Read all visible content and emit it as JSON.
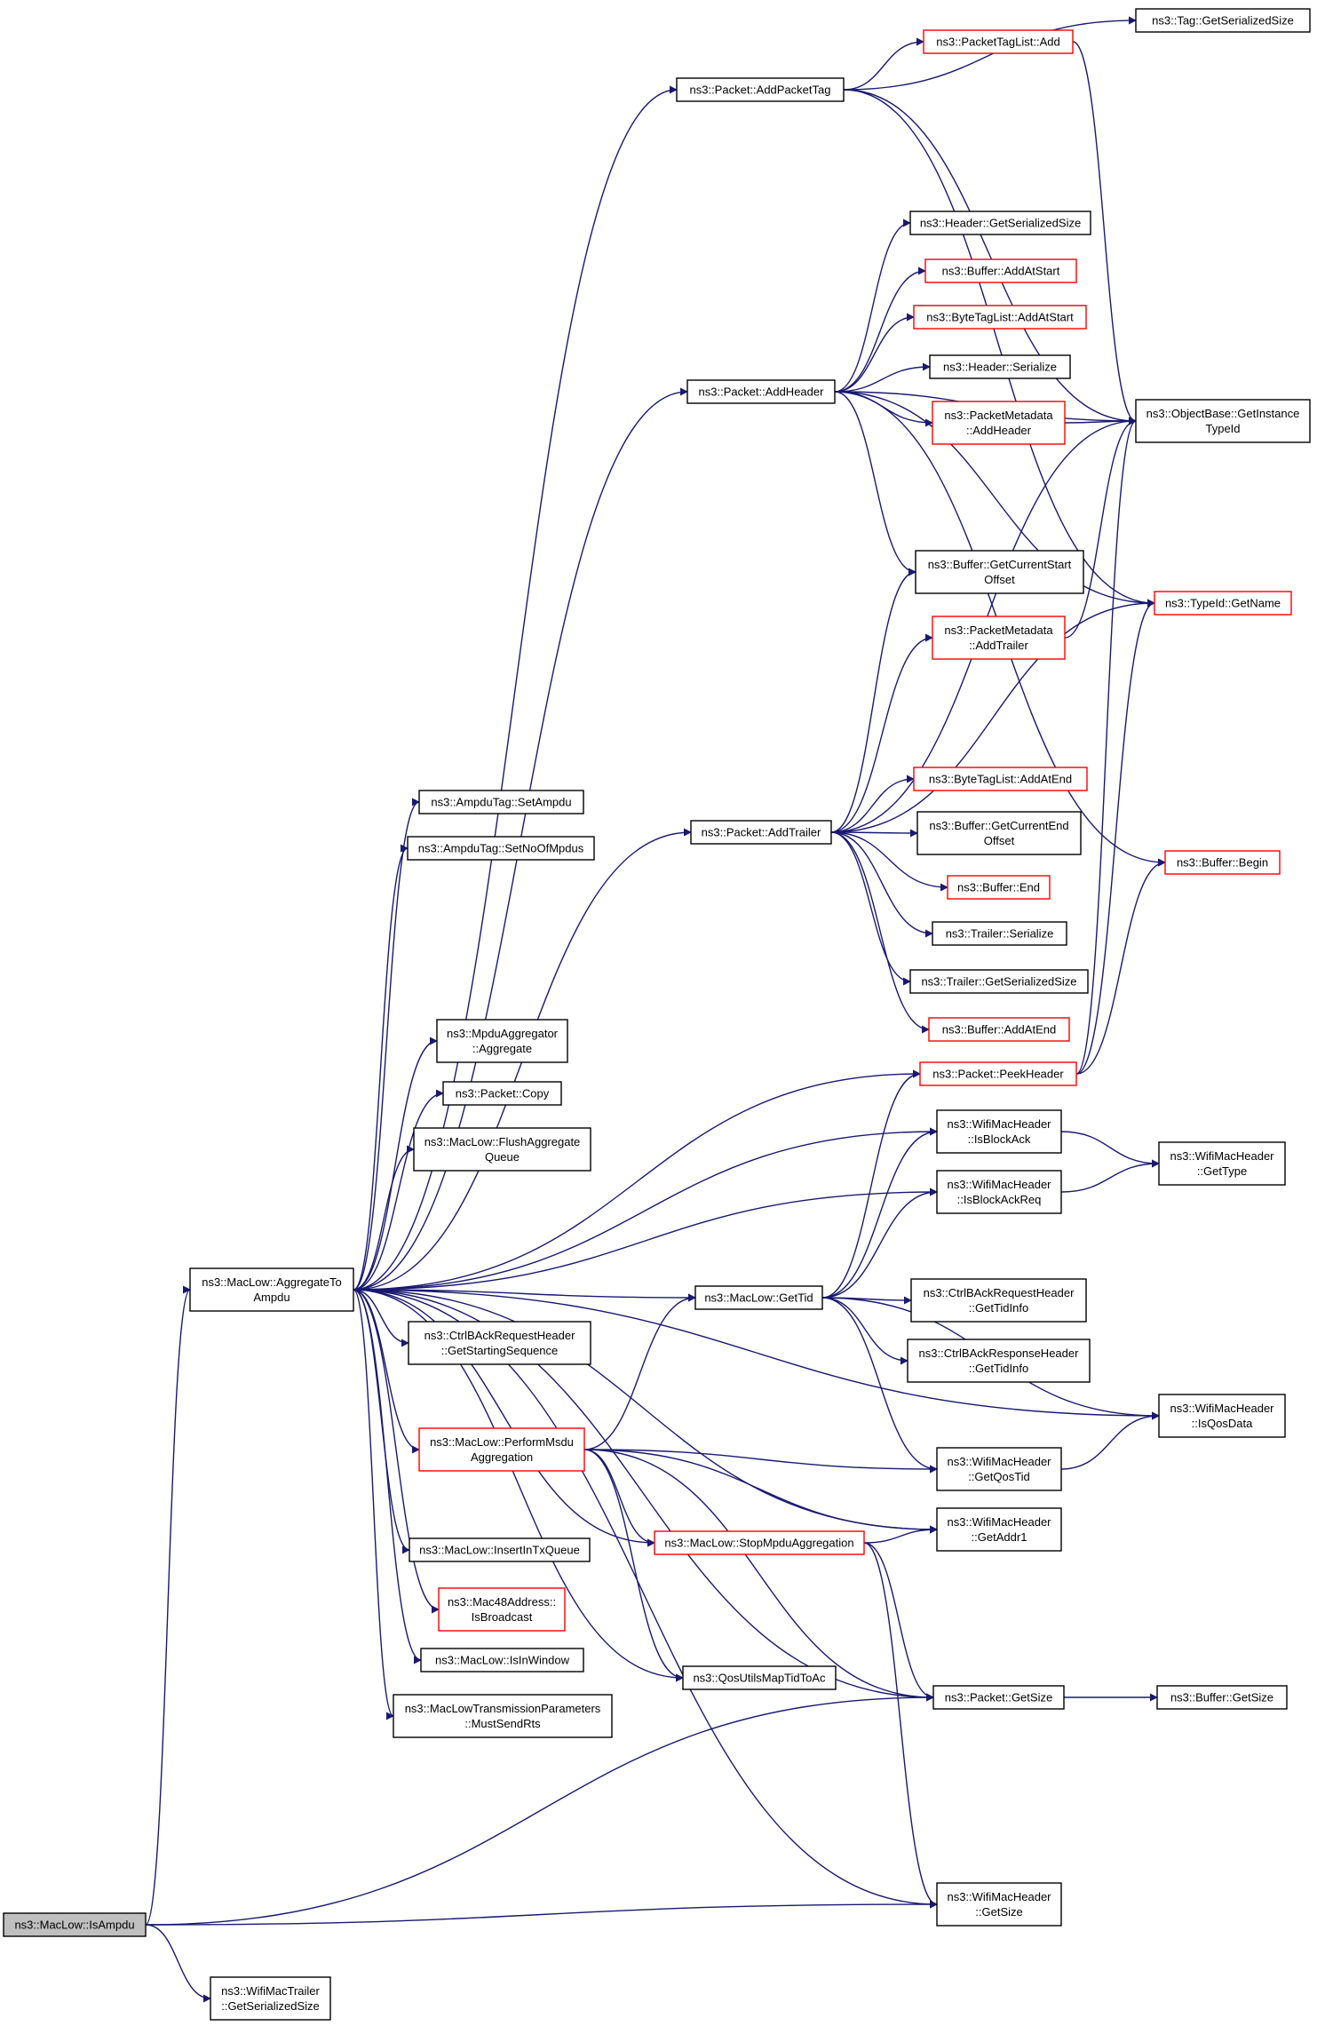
{
  "colors": {
    "edge": "#191970",
    "border_normal": "#000000",
    "border_external": "#ff0000",
    "root_fill": "#bfbfbf",
    "node_fill": "#ffffff"
  },
  "nodes": [
    {
      "id": "isampdu",
      "lines": [
        "ns3::MacLow::IsAmpdu"
      ],
      "style": "root"
    },
    {
      "id": "trailersize",
      "lines": [
        "ns3::WifiMacTrailer",
        "::GetSerializedSize"
      ],
      "style": "normal"
    },
    {
      "id": "aggregate",
      "lines": [
        "ns3::MacLow::AggregateTo",
        "Ampdu"
      ],
      "style": "normal"
    },
    {
      "id": "addpackettag",
      "lines": [
        "ns3::Packet::AddPacketTag"
      ],
      "style": "normal"
    },
    {
      "id": "ptaglistadd",
      "lines": [
        "ns3::PacketTagList::Add"
      ],
      "style": "red"
    },
    {
      "id": "taggetsize",
      "lines": [
        "ns3::Tag::GetSerializedSize"
      ],
      "style": "normal"
    },
    {
      "id": "getinstance",
      "lines": [
        "ns3::ObjectBase::GetInstance",
        "TypeId"
      ],
      "style": "normal"
    },
    {
      "id": "headersersize",
      "lines": [
        "ns3::Header::GetSerializedSize"
      ],
      "style": "normal"
    },
    {
      "id": "bufaddatstart",
      "lines": [
        "ns3::Buffer::AddAtStart"
      ],
      "style": "red"
    },
    {
      "id": "btlistaddatstart",
      "lines": [
        "ns3::ByteTagList::AddAtStart"
      ],
      "style": "red"
    },
    {
      "id": "headerserialize",
      "lines": [
        "ns3::Header::Serialize"
      ],
      "style": "normal"
    },
    {
      "id": "pmaddheader",
      "lines": [
        "ns3::PacketMetadata",
        "::AddHeader"
      ],
      "style": "red"
    },
    {
      "id": "addheader",
      "lines": [
        "ns3::Packet::AddHeader"
      ],
      "style": "normal"
    },
    {
      "id": "bufcurstart",
      "lines": [
        "ns3::Buffer::GetCurrentStart",
        "Offset"
      ],
      "style": "normal"
    },
    {
      "id": "typeidname",
      "lines": [
        "ns3::TypeId::GetName"
      ],
      "style": "red"
    },
    {
      "id": "pmaddtrailer",
      "lines": [
        "ns3::PacketMetadata",
        "::AddTrailer"
      ],
      "style": "red"
    },
    {
      "id": "btlistaddatend",
      "lines": [
        "ns3::ByteTagList::AddAtEnd"
      ],
      "style": "red"
    },
    {
      "id": "bufcurend",
      "lines": [
        "ns3::Buffer::GetCurrentEnd",
        "Offset"
      ],
      "style": "normal"
    },
    {
      "id": "bufbegin",
      "lines": [
        "ns3::Buffer::Begin"
      ],
      "style": "red"
    },
    {
      "id": "bufend",
      "lines": [
        "ns3::Buffer::End"
      ],
      "style": "red"
    },
    {
      "id": "trailerserialize",
      "lines": [
        "ns3::Trailer::Serialize"
      ],
      "style": "normal"
    },
    {
      "id": "trailersersize",
      "lines": [
        "ns3::Trailer::GetSerializedSize"
      ],
      "style": "normal"
    },
    {
      "id": "bufaddatend",
      "lines": [
        "ns3::Buffer::AddAtEnd"
      ],
      "style": "red"
    },
    {
      "id": "peekheader",
      "lines": [
        "ns3::Packet::PeekHeader"
      ],
      "style": "red"
    },
    {
      "id": "setampdu",
      "lines": [
        "ns3::AmpduTag::SetAmpdu"
      ],
      "style": "normal"
    },
    {
      "id": "setnoofmpdus",
      "lines": [
        "ns3::AmpduTag::SetNoOfMpdus"
      ],
      "style": "normal"
    },
    {
      "id": "addtrailer",
      "lines": [
        "ns3::Packet::AddTrailer"
      ],
      "style": "normal"
    },
    {
      "id": "mpduagg",
      "lines": [
        "ns3::MpduAggregator",
        "::Aggregate"
      ],
      "style": "normal"
    },
    {
      "id": "packetcopy",
      "lines": [
        "ns3::Packet::Copy"
      ],
      "style": "normal"
    },
    {
      "id": "flushagg",
      "lines": [
        "ns3::MacLow::FlushAggregate",
        "Queue"
      ],
      "style": "normal"
    },
    {
      "id": "isblockack",
      "lines": [
        "ns3::WifiMacHeader",
        "::IsBlockAck"
      ],
      "style": "normal"
    },
    {
      "id": "gettype",
      "lines": [
        "ns3::WifiMacHeader",
        "::GetType"
      ],
      "style": "normal"
    },
    {
      "id": "isblockackreq",
      "lines": [
        "ns3::WifiMacHeader",
        "::IsBlockAckReq"
      ],
      "style": "normal"
    },
    {
      "id": "gettid",
      "lines": [
        "ns3::MacLow::GetTid"
      ],
      "style": "normal"
    },
    {
      "id": "bareqtidinfo",
      "lines": [
        "ns3::CtrlBAckRequestHeader",
        "::GetTidInfo"
      ],
      "style": "normal"
    },
    {
      "id": "barsptidinfo",
      "lines": [
        "ns3::CtrlBAckResponseHeader",
        "::GetTidInfo"
      ],
      "style": "normal"
    },
    {
      "id": "startseq",
      "lines": [
        "ns3::CtrlBAckRequestHeader",
        "::GetStartingSequence"
      ],
      "style": "normal"
    },
    {
      "id": "isqosdata",
      "lines": [
        "ns3::WifiMacHeader",
        "::IsQosData"
      ],
      "style": "normal"
    },
    {
      "id": "performmsdu",
      "lines": [
        "ns3::MacLow::PerformMsdu",
        "Aggregation"
      ],
      "style": "red"
    },
    {
      "id": "getqostid",
      "lines": [
        "ns3::WifiMacHeader",
        "::GetQosTid"
      ],
      "style": "normal"
    },
    {
      "id": "getaddr1",
      "lines": [
        "ns3::WifiMacHeader",
        "::GetAddr1"
      ],
      "style": "normal"
    },
    {
      "id": "stopmpdu",
      "lines": [
        "ns3::MacLow::StopMpduAggregation"
      ],
      "style": "red"
    },
    {
      "id": "inserttxq",
      "lines": [
        "ns3::MacLow::InsertInTxQueue"
      ],
      "style": "normal"
    },
    {
      "id": "isbroadcast",
      "lines": [
        "ns3::Mac48Address::",
        "IsBroadcast"
      ],
      "style": "red"
    },
    {
      "id": "isinwindow",
      "lines": [
        "ns3::MacLow::IsInWindow"
      ],
      "style": "normal"
    },
    {
      "id": "qosmaptid",
      "lines": [
        "ns3::QosUtilsMapTidToAc"
      ],
      "style": "normal"
    },
    {
      "id": "mustsendrts",
      "lines": [
        "ns3::MacLowTransmissionParameters",
        "::MustSendRts"
      ],
      "style": "normal"
    },
    {
      "id": "packetgetsize",
      "lines": [
        "ns3::Packet::GetSize"
      ],
      "style": "normal"
    },
    {
      "id": "buffergetsize",
      "lines": [
        "ns3::Buffer::GetSize"
      ],
      "style": "normal"
    },
    {
      "id": "wmhgetsize",
      "lines": [
        "ns3::WifiMacHeader",
        "::GetSize"
      ],
      "style": "normal"
    }
  ],
  "edges": [
    [
      "isampdu",
      "aggregate"
    ],
    [
      "isampdu",
      "trailersize"
    ],
    [
      "isampdu",
      "packetgetsize"
    ],
    [
      "isampdu",
      "wmhgetsize"
    ],
    [
      "aggregate",
      "addpackettag"
    ],
    [
      "aggregate",
      "addheader"
    ],
    [
      "aggregate",
      "setampdu"
    ],
    [
      "aggregate",
      "setnoofmpdus"
    ],
    [
      "aggregate",
      "addtrailer"
    ],
    [
      "aggregate",
      "peekheader"
    ],
    [
      "aggregate",
      "mpduagg"
    ],
    [
      "aggregate",
      "packetcopy"
    ],
    [
      "aggregate",
      "flushagg"
    ],
    [
      "aggregate",
      "isblockack"
    ],
    [
      "aggregate",
      "isblockackreq"
    ],
    [
      "aggregate",
      "isqosdata"
    ],
    [
      "aggregate",
      "gettid"
    ],
    [
      "aggregate",
      "startseq"
    ],
    [
      "aggregate",
      "getaddr1"
    ],
    [
      "aggregate",
      "performmsdu"
    ],
    [
      "aggregate",
      "stopmpdu"
    ],
    [
      "aggregate",
      "inserttxq"
    ],
    [
      "aggregate",
      "isbroadcast"
    ],
    [
      "aggregate",
      "isinwindow"
    ],
    [
      "aggregate",
      "mustsendrts"
    ],
    [
      "aggregate",
      "qosmaptid"
    ],
    [
      "aggregate",
      "packetgetsize"
    ],
    [
      "aggregate",
      "wmhgetsize"
    ],
    [
      "addpackettag",
      "taggetsize"
    ],
    [
      "addpackettag",
      "ptaglistadd"
    ],
    [
      "addpackettag",
      "getinstance"
    ],
    [
      "addpackettag",
      "typeidname"
    ],
    [
      "ptaglistadd",
      "getinstance"
    ],
    [
      "addheader",
      "getinstance"
    ],
    [
      "addheader",
      "headersersize"
    ],
    [
      "addheader",
      "bufaddatstart"
    ],
    [
      "addheader",
      "btlistaddatstart"
    ],
    [
      "addheader",
      "headerserialize"
    ],
    [
      "addheader",
      "pmaddheader"
    ],
    [
      "addheader",
      "bufcurstart"
    ],
    [
      "addheader",
      "typeidname"
    ],
    [
      "addheader",
      "bufbegin"
    ],
    [
      "pmaddheader",
      "getinstance"
    ],
    [
      "pmaddtrailer",
      "getinstance"
    ],
    [
      "addtrailer",
      "bufcurstart"
    ],
    [
      "addtrailer",
      "pmaddtrailer"
    ],
    [
      "addtrailer",
      "getinstance"
    ],
    [
      "addtrailer",
      "typeidname"
    ],
    [
      "addtrailer",
      "btlistaddatend"
    ],
    [
      "addtrailer",
      "bufcurend"
    ],
    [
      "addtrailer",
      "bufend"
    ],
    [
      "addtrailer",
      "trailerserialize"
    ],
    [
      "addtrailer",
      "trailersersize"
    ],
    [
      "addtrailer",
      "bufaddatend"
    ],
    [
      "peekheader",
      "getinstance"
    ],
    [
      "peekheader",
      "typeidname"
    ],
    [
      "peekheader",
      "bufbegin"
    ],
    [
      "isblockack",
      "gettype"
    ],
    [
      "isblockackreq",
      "gettype"
    ],
    [
      "gettid",
      "peekheader"
    ],
    [
      "gettid",
      "isblockack"
    ],
    [
      "gettid",
      "isblockackreq"
    ],
    [
      "gettid",
      "bareqtidinfo"
    ],
    [
      "gettid",
      "barsptidinfo"
    ],
    [
      "gettid",
      "isqosdata"
    ],
    [
      "gettid",
      "getqostid"
    ],
    [
      "getqostid",
      "isqosdata"
    ],
    [
      "performmsdu",
      "gettid"
    ],
    [
      "performmsdu",
      "getqostid"
    ],
    [
      "performmsdu",
      "getaddr1"
    ],
    [
      "performmsdu",
      "stopmpdu"
    ],
    [
      "performmsdu",
      "qosmaptid"
    ],
    [
      "performmsdu",
      "packetgetsize"
    ],
    [
      "stopmpdu",
      "getaddr1"
    ],
    [
      "stopmpdu",
      "packetgetsize"
    ],
    [
      "stopmpdu",
      "wmhgetsize"
    ],
    [
      "packetgetsize",
      "buffergetsize"
    ]
  ]
}
